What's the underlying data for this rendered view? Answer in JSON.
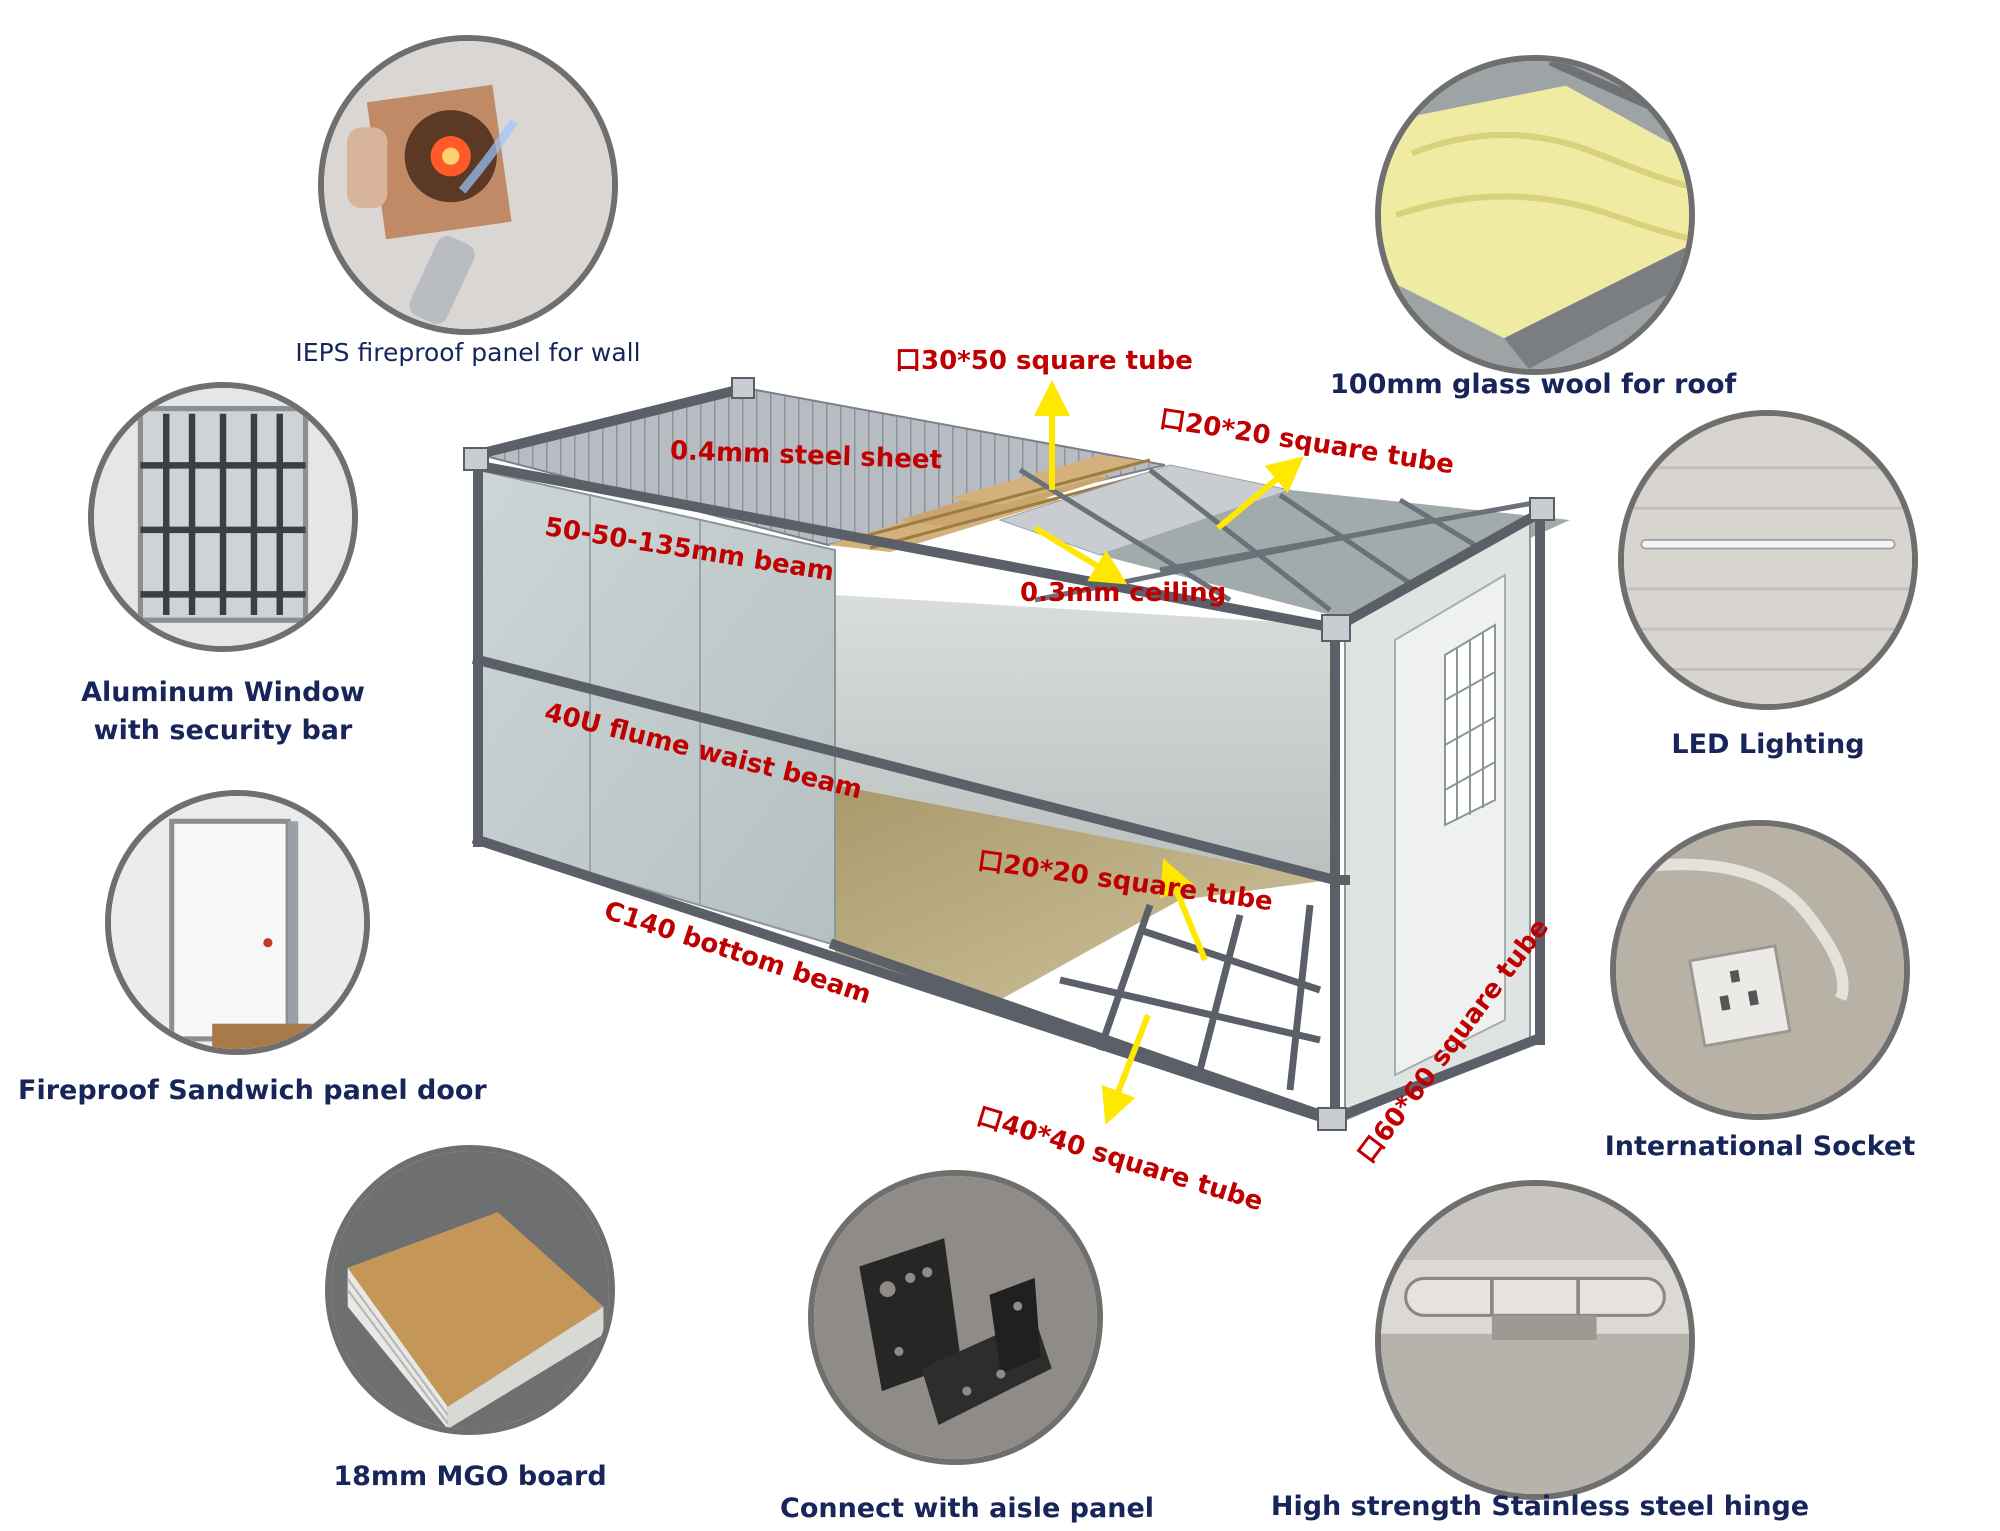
{
  "feature_captions": {
    "ieps": "IEPS fireproof panel for wall",
    "window": [
      "Aluminum Window",
      "with security bar"
    ],
    "door": "Fireproof Sandwich panel door",
    "mgo": "18mm MGO board",
    "bracket": "Connect with aisle panel",
    "glasswool": "100mm glass wool for roof",
    "led": "LED Lighting",
    "socket": "International Socket",
    "hinge": "High strength Stainless steel hinge"
  },
  "annotations": {
    "steel_sheet": "0.4mm steel sheet",
    "tube_30_50": "口30*50 square tube",
    "tube_20_20_top": "口20*20 square tube",
    "beam_50": "50-50-135mm beam",
    "ceiling": "0.3mm ceiling",
    "waist_beam": "40U flume waist beam",
    "tube_20_20_bottom": "口20*20 square tube",
    "bottom_beam": "C140 bottom beam",
    "tube_60_60": "口60*60 square tube",
    "tube_40_40": "口40*40 square tube"
  },
  "colors": {
    "caption_text": "#17255a",
    "annotation_text": "#c00000",
    "arrow": "#ffe800",
    "circle_border": "#6f6f6f",
    "frame": "#5b6068",
    "wall_panel": "#c5cfcf"
  }
}
